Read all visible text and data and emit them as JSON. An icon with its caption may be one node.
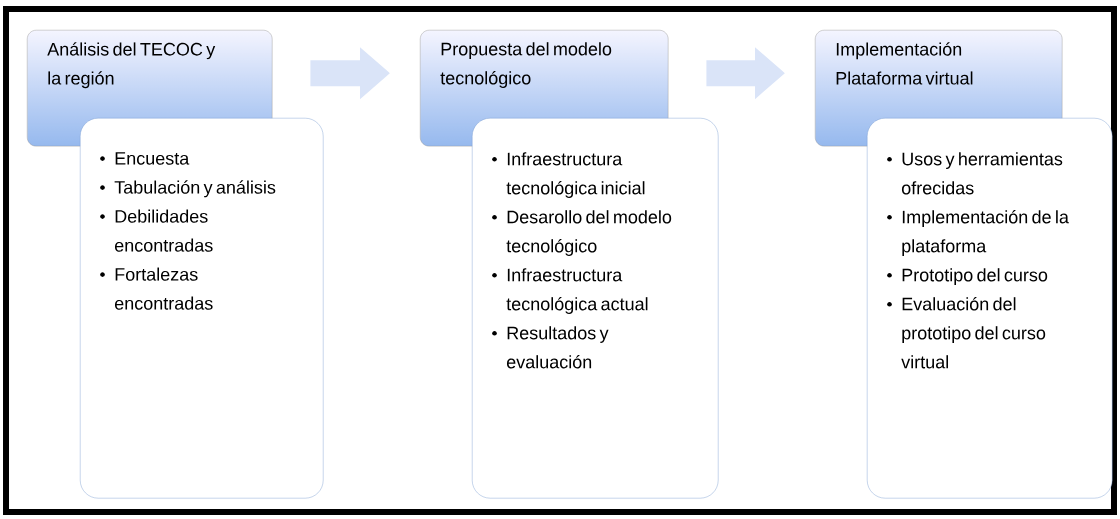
{
  "diagram": {
    "nodes": [
      {
        "text": [
          "Análisis del TECOC y la región"
        ]
      },
      {
        "text": [
          "Encuesta",
          "Tabulación y análisis",
          "Debilidades encontradas",
          "Fortalezas encontradas"
        ]
      },
      {
        "text": [
          "Propuesta del modelo tecnológico"
        ]
      },
      {
        "text": [
          "Infraestructura tecnológica inicial",
          "Desarollo del modelo tecnológico",
          "Infraestructura tecnológica actual",
          "Resultados y evaluación"
        ]
      },
      {
        "text": [
          "Implementación Plataforma virtual"
        ]
      },
      {
        "text": [
          "Usos y herramientas ofrecidas",
          "Implementación de la plataforma",
          "Prototipo del curso",
          "Evaluación del prototipo del curso virtual"
        ]
      }
    ],
    "edges": [
      {
        "from": 0,
        "to": 2,
        "arrow": "to"
      },
      {
        "from": 2,
        "to": 4,
        "arrow": "to"
      }
    ]
  }
}
